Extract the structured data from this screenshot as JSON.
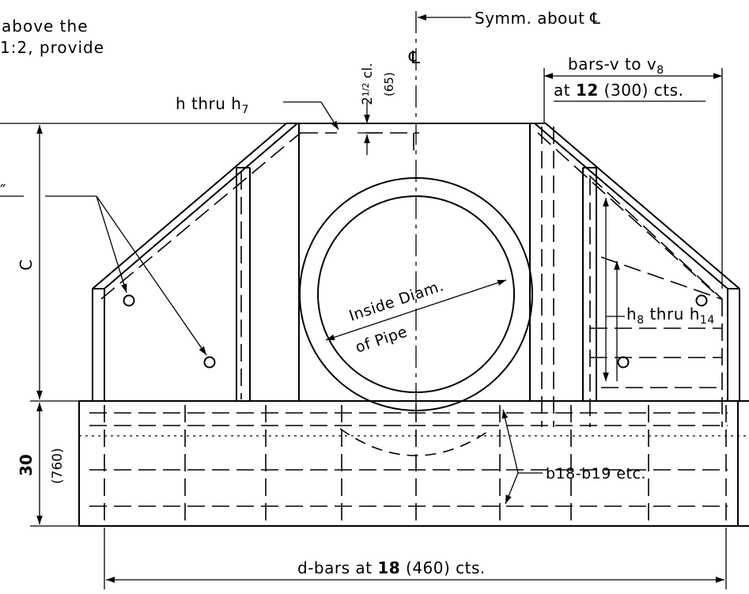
{
  "notes": {
    "top_left_line1": "above the",
    "top_left_line2": "1:2, provide",
    "left_cut_mark": "″"
  },
  "labels": {
    "symm": "Symm. about ℄",
    "centerline_symbol": "℄",
    "h_thru_prefix": "h thru h",
    "h_thru_sub": "7",
    "clear_cover_whole": "2",
    "clear_cover_frac": "1/2",
    "clear_cover_unit": "cl.",
    "clear_cover_mm": "(65)",
    "bars_v_prefix": "bars-v to v",
    "bars_v_sub": "8",
    "bars_v_spacing_pre": "at ",
    "bars_v_spacing_bold": "12",
    "bars_v_spacing_post": " (300) cts.",
    "dim_c": "C",
    "pipe_line1": "Inside Diam.",
    "pipe_line2": "of Pipe",
    "h8_prefix": "h",
    "h8_sub": "8",
    "h8_mid": " thru h",
    "h8_sub2": "14",
    "footing_depth": "30",
    "footing_depth_mm": "(760)",
    "b_bars": "b18-b19 etc.",
    "d_bars_pre": "d-bars at ",
    "d_bars_bold": "18",
    "d_bars_post": " (460) cts."
  }
}
